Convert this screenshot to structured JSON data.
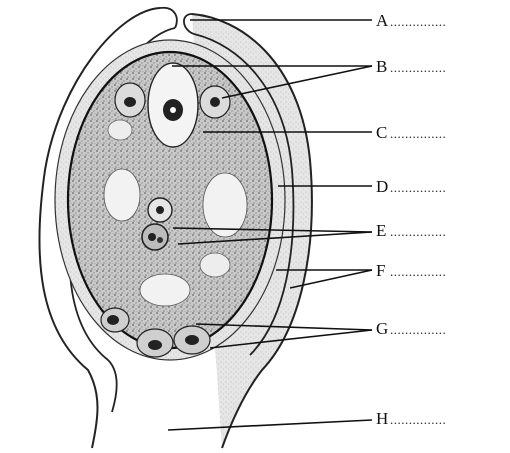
{
  "labels": [
    {
      "letter": "A",
      "dots": "..............."
    },
    {
      "letter": "B",
      "dots": "..............."
    },
    {
      "letter": "C",
      "dots": "..............."
    },
    {
      "letter": "D",
      "dots": "..............."
    },
    {
      "letter": "E",
      "dots": "..............."
    },
    {
      "letter": "F",
      "dots": "..............."
    },
    {
      "letter": "G",
      "dots": "..............."
    },
    {
      "letter": "H",
      "dots": "..............."
    }
  ]
}
